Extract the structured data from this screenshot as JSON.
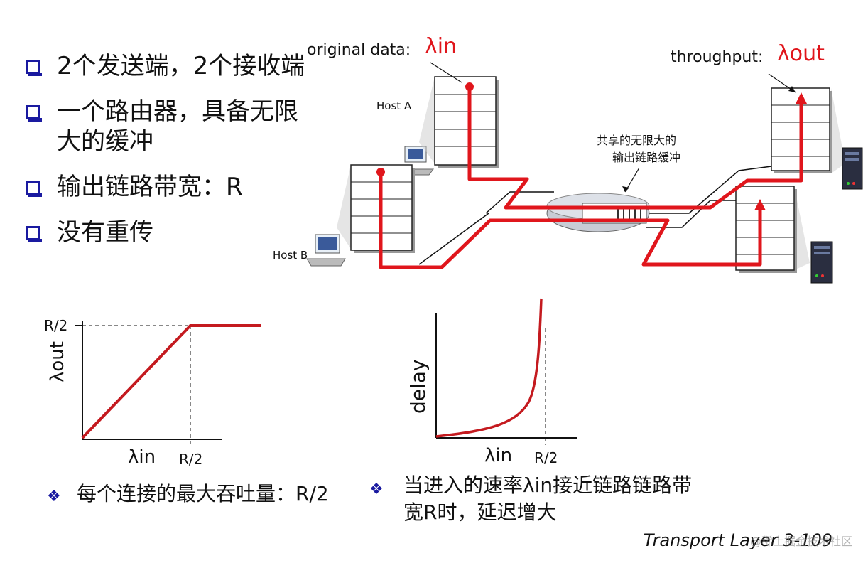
{
  "bullets": [
    {
      "text": "2个发送端，2个接收端"
    },
    {
      "text": "一个路由器，具备无限大的缓冲"
    },
    {
      "text": "输出链路带宽：R"
    },
    {
      "text": "没有重传"
    }
  ],
  "diagram": {
    "original_data_label": "original data:",
    "lambda_in": "λin",
    "throughput_label": "throughput:",
    "lambda_out": "λout",
    "host_a": "Host A",
    "host_b": "Host B",
    "buffer_label_line1": "共享的无限大的",
    "buffer_label_line2": "输出链路缓冲"
  },
  "chart_data": [
    {
      "type": "line",
      "xlabel": "λin",
      "ylabel": "λout",
      "x_ticks": [
        "R/2"
      ],
      "y_ticks": [
        "R/2"
      ],
      "series": [
        {
          "x": [
            "0",
            "R/2",
            "beyond"
          ],
          "y": [
            "0",
            "R/2",
            "R/2"
          ]
        }
      ]
    },
    {
      "type": "line",
      "xlabel": "λin",
      "ylabel": "delay",
      "x_ticks": [
        "R/2"
      ],
      "series": [
        {
          "shape": "delay grows without bound as λin approaches R/2"
        }
      ]
    }
  ],
  "annotations": {
    "left": "每个连接的最大吞吐量：R/2",
    "right": "当进入的速率λin接近链路链路带宽R时，延迟增大"
  },
  "footer": "Transport Layer 3-109",
  "watermark": "@稀土掘金技术社区",
  "colors": {
    "red": "#e0161c",
    "blue_bullet": "#1a1aa0"
  }
}
